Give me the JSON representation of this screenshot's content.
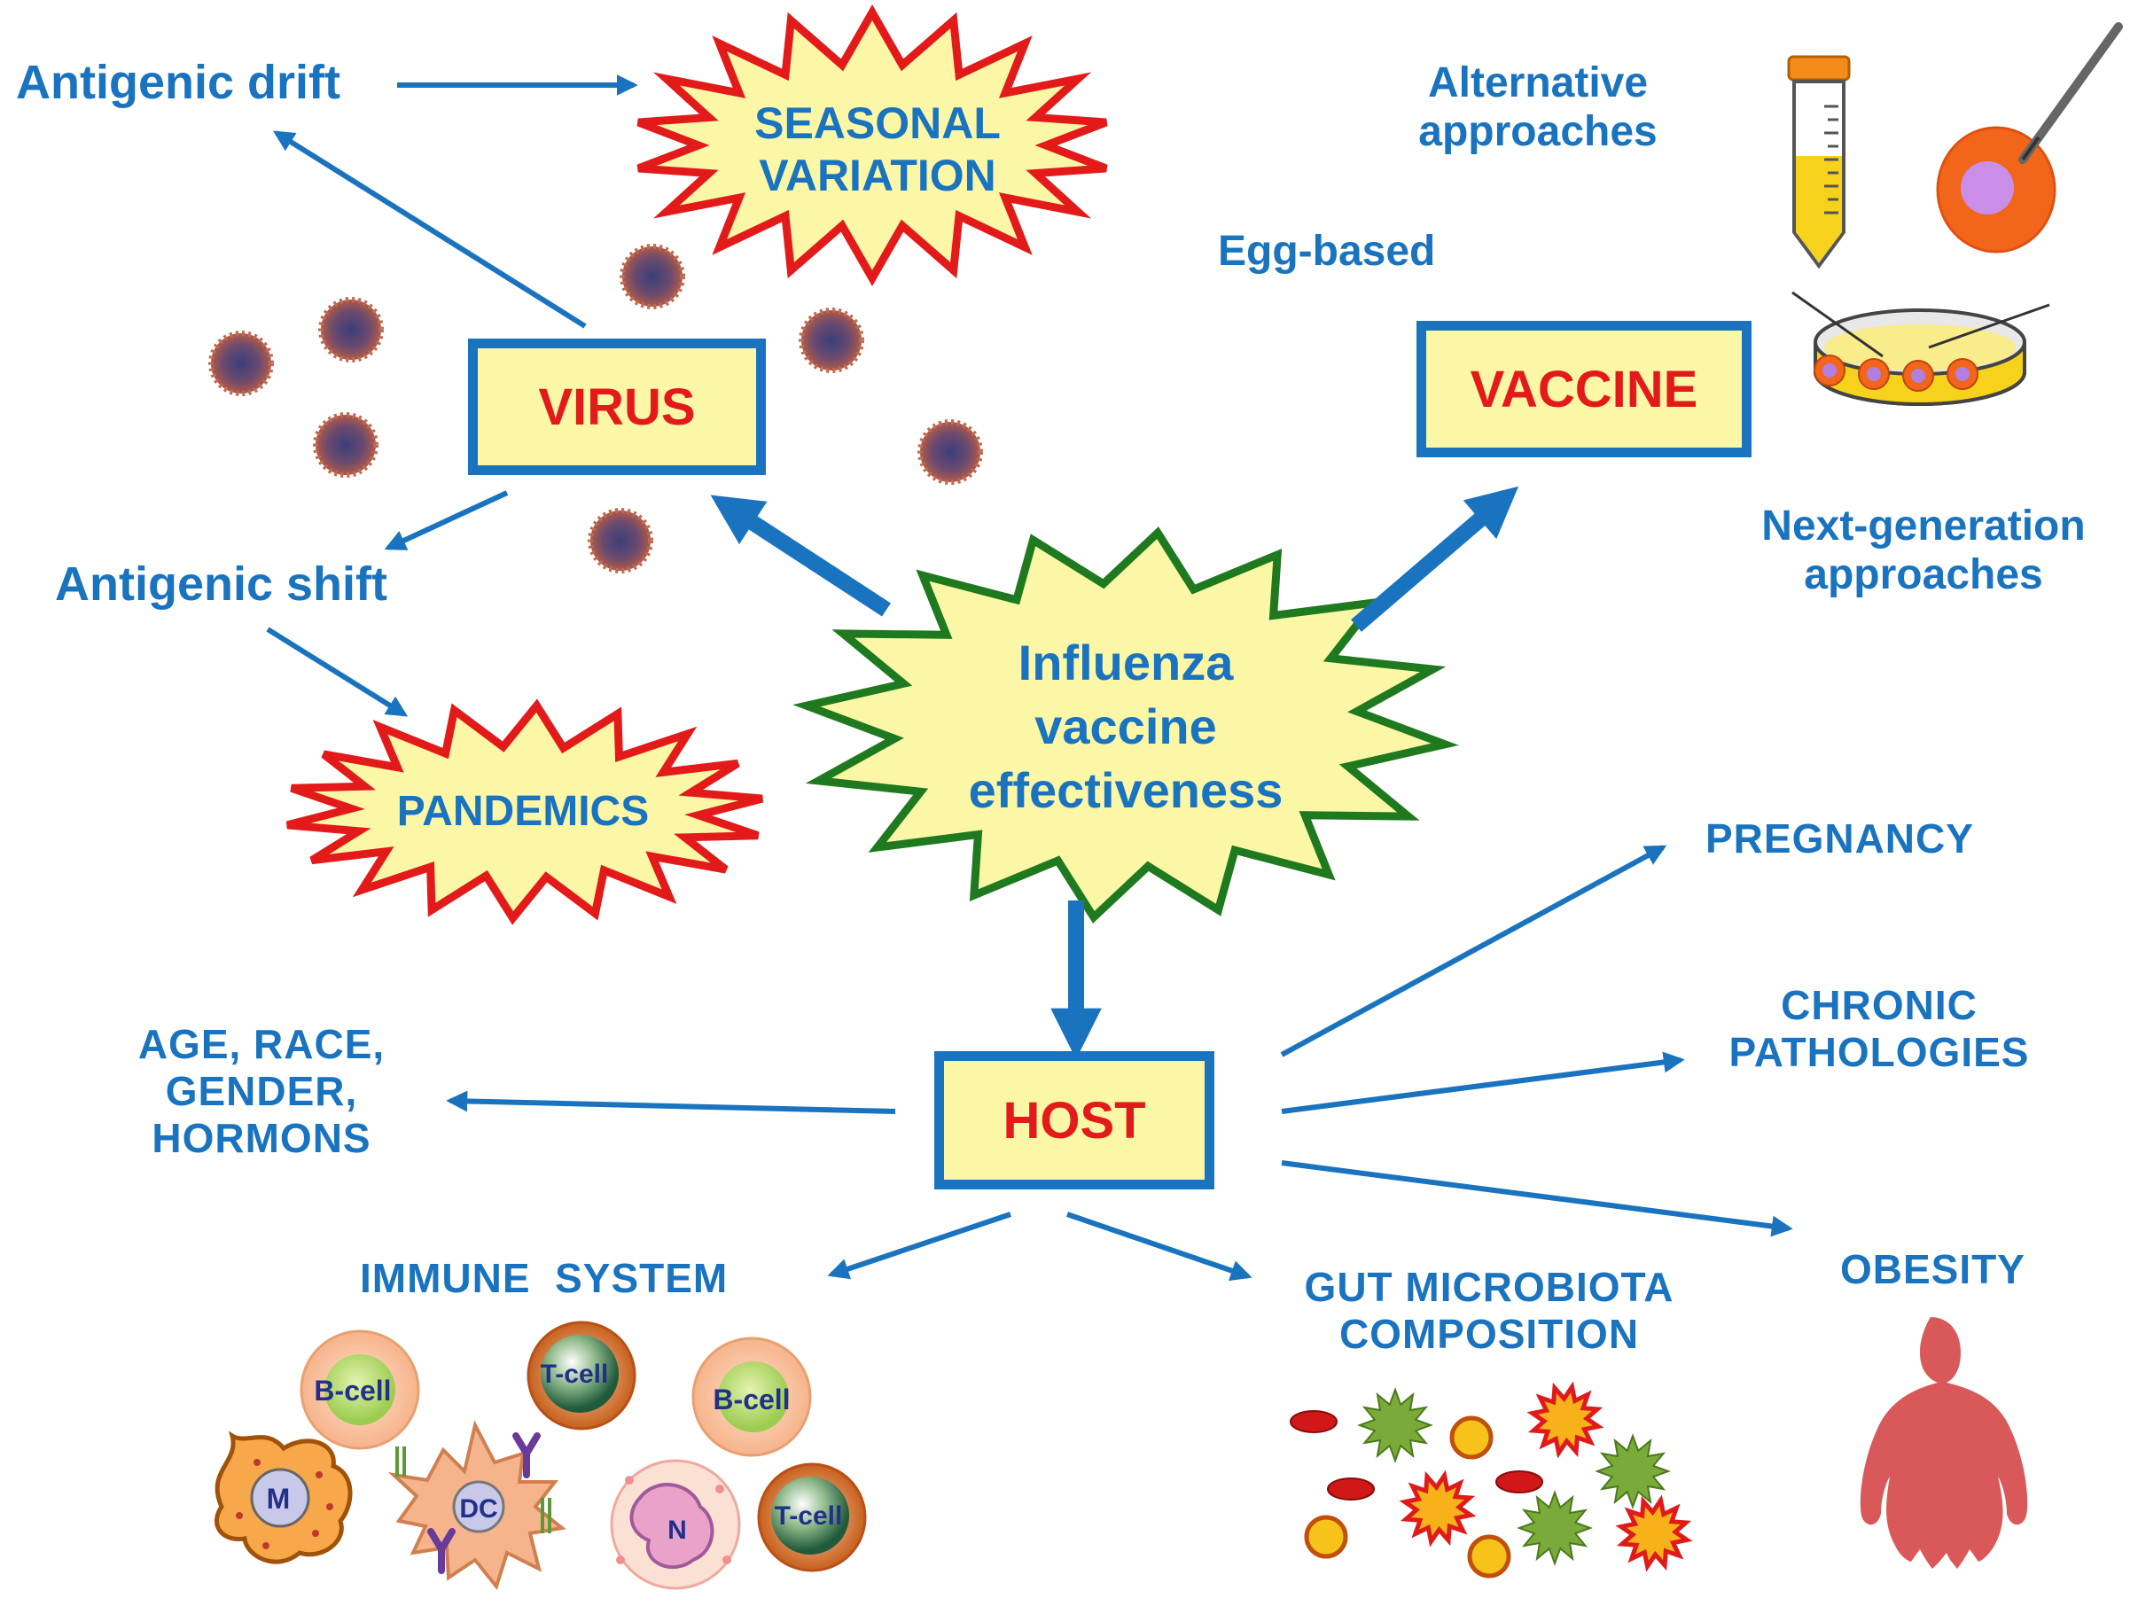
{
  "center": {
    "lines": [
      "Influenza",
      "vaccine",
      "effectiveness"
    ]
  },
  "virus": {
    "label": "VIRUS"
  },
  "vaccine": {
    "label": "VACCINE"
  },
  "host": {
    "label": "HOST"
  },
  "seasonal": {
    "lines": [
      "SEASONAL",
      "VARIATION"
    ]
  },
  "pandemics": {
    "label": "PANDEMICS"
  },
  "drift": {
    "label": "Antigenic drift"
  },
  "shift": {
    "label": "Antigenic shift"
  },
  "alt": {
    "lines": [
      "Alternative",
      "approaches"
    ]
  },
  "egg": {
    "label": "Egg-based"
  },
  "nextgen": {
    "lines": [
      "Next-generation",
      "approaches"
    ]
  },
  "pregnancy": {
    "label": "PREGNANCY"
  },
  "chronic": {
    "lines": [
      "CHRONIC",
      "PATHOLOGIES"
    ]
  },
  "obesity": {
    "label": "OBESITY"
  },
  "age": {
    "lines": [
      "AGE, RACE,",
      "GENDER,",
      "HORMONS"
    ]
  },
  "immune": {
    "label": "IMMUNE  SYSTEM"
  },
  "gut": {
    "lines": [
      "GUT MICROBIOTA",
      "COMPOSITION"
    ]
  },
  "cells": {
    "bcell": "B-cell",
    "tcell": "T-cell",
    "macrophage": "M",
    "dc": "DC",
    "neutrophil": "N"
  },
  "colors": {
    "blue": "#1a73bf",
    "red": "#e21a1a",
    "green": "#1f7a1f",
    "yellow": "#fbf7a6"
  }
}
